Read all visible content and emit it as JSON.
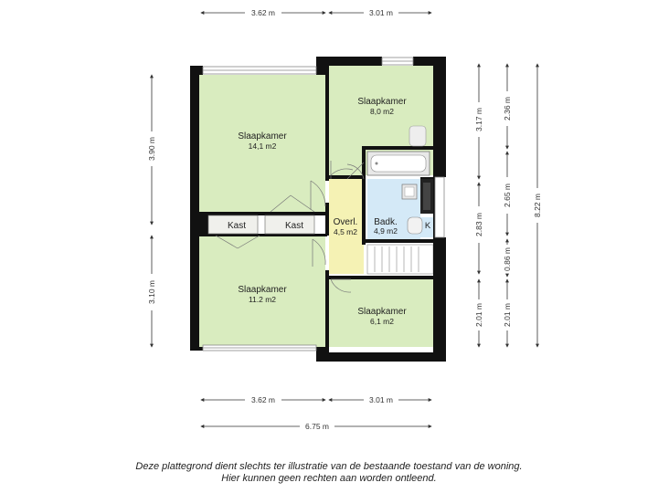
{
  "rooms": {
    "slaapkamer_tl": {
      "name": "Slaapkamer",
      "area": "14,1 m2"
    },
    "slaapkamer_tr": {
      "name": "Slaapkamer",
      "area": "8,0 m2"
    },
    "slaapkamer_bl": {
      "name": "Slaapkamer",
      "area": "11.2 m2"
    },
    "slaapkamer_br": {
      "name": "Slaapkamer",
      "area": "6,1 m2"
    },
    "overloop": {
      "name": "Overl.",
      "area": "4,5 m2"
    },
    "badkamer": {
      "name": "Badk.",
      "area": "4,9 m2"
    },
    "kast_1": {
      "name": "Kast"
    },
    "kast_2": {
      "name": "Kast"
    },
    "k": {
      "name": "K"
    }
  },
  "dimensions": {
    "top_left": "3.62 m",
    "top_right": "3.01 m",
    "bottom_left": "3.62 m",
    "bottom_right": "3.01 m",
    "total_width": "6.75 m",
    "left_top": "3.90 m",
    "left_bottom": "3.10 m",
    "right1_top": "3.17 m",
    "right1_middle": "2.83 m",
    "right1_bottom": "2.01 m",
    "right2_a": "2.36 m",
    "right2_b": "2.65 m",
    "right2_c": "0.86 m",
    "right2_d": "2.01 m",
    "total_height": "8.22 m"
  },
  "colors": {
    "room_fill": "#d9ecbf",
    "hall_fill": "#f5f2b4",
    "bath_fill": "#d4e9f7",
    "wall": "#111111"
  },
  "disclaimer": {
    "line1": "Deze plattegrond dient slechts ter illustratie van de bestaande toestand van de woning.",
    "line2": "Hier kunnen geen rechten aan worden ontleend."
  }
}
